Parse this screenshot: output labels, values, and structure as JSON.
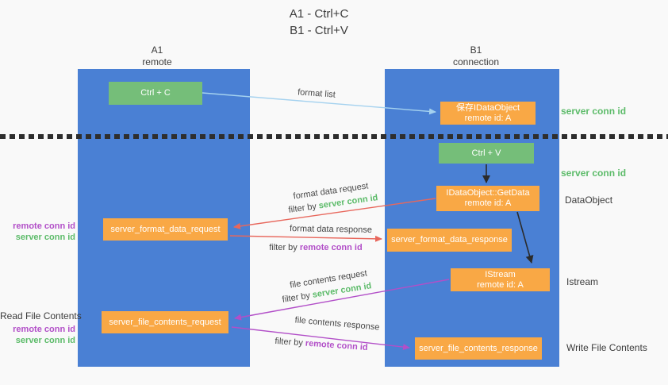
{
  "title": {
    "line1": "A1 - Ctrl+C",
    "line2": "B1 - Ctrl+V"
  },
  "columns": {
    "a": {
      "name": "A1",
      "subtitle": "remote"
    },
    "b": {
      "name": "B1",
      "subtitle": "connection"
    }
  },
  "nodes": {
    "ctrl_c": {
      "label": "Ctrl + C"
    },
    "save_dataobject": {
      "line1": "保存IDataObject",
      "line2": "remote id: A"
    },
    "ctrl_v": {
      "label": "Ctrl + V"
    },
    "getdata": {
      "line1": "IDataObject::GetData",
      "line2": "remote id: A"
    },
    "format_request": {
      "label": "server_format_data_request"
    },
    "format_response": {
      "label": "server_format_data_response"
    },
    "istream": {
      "line1": "IStream",
      "line2": "remote id: A"
    },
    "file_request": {
      "label": "server_file_contents_request"
    },
    "file_response": {
      "label": "server_file_contents_response"
    }
  },
  "arrows": {
    "format_list": {
      "label": "format list"
    },
    "format_data_request": {
      "label": "format data request",
      "filter_prefix": "filter by ",
      "filter_key": "server conn id"
    },
    "format_data_response": {
      "label": "format data response",
      "filter_prefix": "filter by ",
      "filter_key": "remote conn id"
    },
    "file_contents_request": {
      "label": "file contents request",
      "filter_prefix": "filter by ",
      "filter_key": "server conn id"
    },
    "file_contents_response": {
      "label": "file contents response",
      "filter_prefix": "filter by ",
      "filter_key": "remote conn id"
    }
  },
  "side_labels": {
    "server_conn_id_top": "server conn id",
    "server_conn_id_mid": "server conn id",
    "dataobject": "DataObject",
    "istream": "Istream",
    "write_file_contents": "Write File Contents",
    "read_file_contents": "Read File Contents",
    "request_remote_conn_id": "remote conn id",
    "request_server_conn_id": "server conn id",
    "file_remote_conn_id": "remote conn id",
    "file_server_conn_id": "server conn id"
  },
  "colors": {
    "background": "#f9f9f9",
    "column_blue": "#4a80d4",
    "green_box": "#75be79",
    "orange_box": "#f9a845",
    "red_arrow": "#e8675c",
    "purple_accent": "#b24fc8",
    "green_accent": "#5cbb69",
    "light_blue_arrow": "#a5d2ef",
    "dark_text": "#3c3c3c",
    "dotted_line": "#2e2e2e",
    "black_arrow": "#2b2b2b"
  }
}
